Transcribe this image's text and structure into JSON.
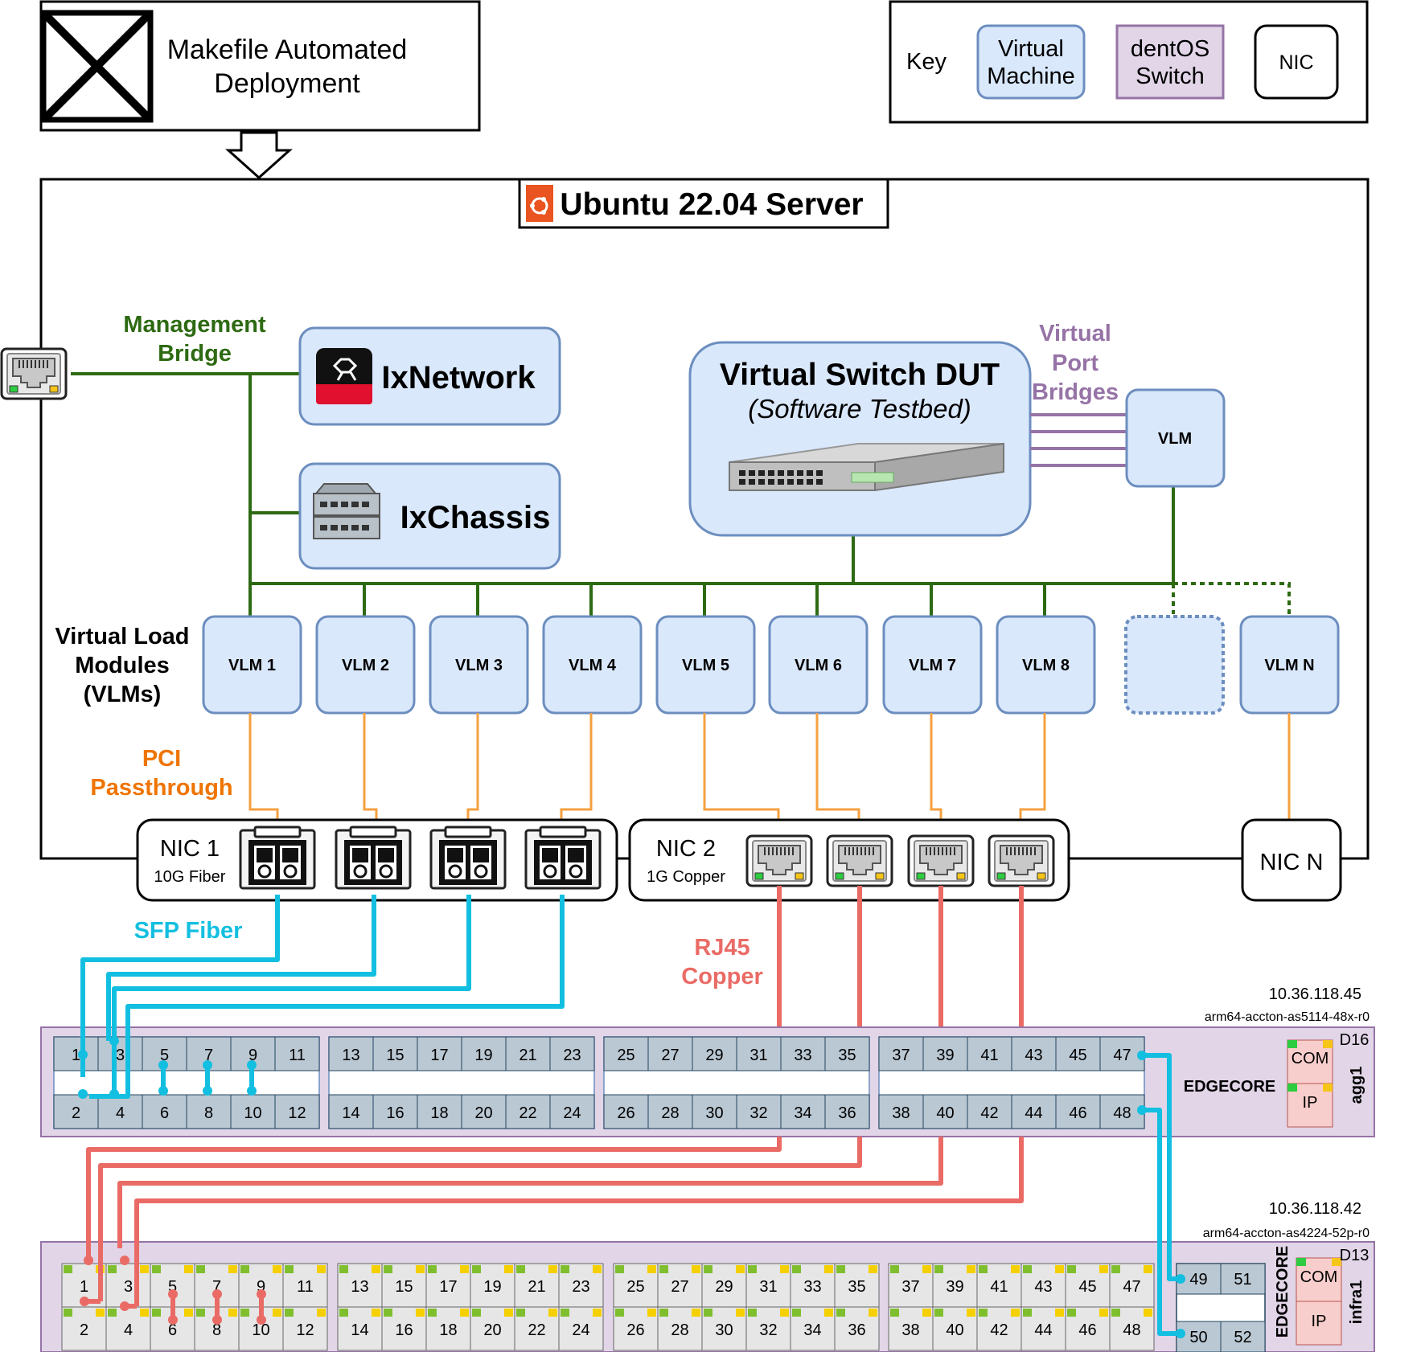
{
  "header": {
    "title_line1": "Makefile Automated",
    "title_line2": "Deployment"
  },
  "key": {
    "label": "Key",
    "vm_line1": "Virtual",
    "vm_line2": "Machine",
    "switch_line1": "dentOS",
    "switch_line2": "Switch",
    "nic": "NIC"
  },
  "server": {
    "title": "Ubuntu 22.04 Server"
  },
  "labels": {
    "mgmt_line1": "Management",
    "mgmt_line2": "Bridge",
    "vpb_line1": "Virtual",
    "vpb_line2": "Port",
    "vpb_line3": "Bridges",
    "vlms_line1": "Virtual Load",
    "vlms_line2": "Modules",
    "vlms_line3": "(VLMs)",
    "pci_line1": "PCI",
    "pci_line2": "Passthrough",
    "sfp": "SFP Fiber",
    "rj45_line1": "RJ45",
    "rj45_line2": "Copper"
  },
  "apps": {
    "ixnetwork": "IxNetwork",
    "ixchassis": "IxChassis",
    "dut_title": "Virtual Switch DUT",
    "dut_subtitle": "(Software Testbed)",
    "dut_vlm": "VLM"
  },
  "vlms": [
    "VLM 1",
    "VLM 2",
    "VLM 3",
    "VLM 4",
    "VLM 5",
    "VLM 6",
    "VLM 7",
    "VLM 8",
    "VLM N"
  ],
  "nics": {
    "nic1_name": "NIC 1",
    "nic1_type": "10G Fiber",
    "nic2_name": "NIC 2",
    "nic2_type": "1G Copper",
    "nicn_name": "NIC N"
  },
  "switch1": {
    "ip": "10.36.118.45",
    "model": "arm64-accton-as5114-48x-r0",
    "brand": "EDGECORE",
    "location": "D16",
    "hostname": "agg1",
    "com": "COM",
    "ip_label": "IP",
    "ports_top": [
      "1",
      "3",
      "5",
      "7",
      "9",
      "11",
      "13",
      "15",
      "17",
      "19",
      "21",
      "23",
      "25",
      "27",
      "29",
      "31",
      "33",
      "35",
      "37",
      "39",
      "41",
      "43",
      "45",
      "47"
    ],
    "ports_bottom": [
      "2",
      "4",
      "6",
      "8",
      "10",
      "12",
      "14",
      "16",
      "18",
      "20",
      "22",
      "24",
      "26",
      "28",
      "30",
      "32",
      "34",
      "36",
      "38",
      "40",
      "42",
      "44",
      "46",
      "48"
    ]
  },
  "switch2": {
    "ip": "10.36.118.42",
    "model": "arm64-accton-as4224-52p-r0",
    "brand": "EDGECORE",
    "location": "D13",
    "hostname": "infra1",
    "com": "COM",
    "ip_label": "IP",
    "ports_top": [
      "1",
      "3",
      "5",
      "7",
      "9",
      "11",
      "13",
      "15",
      "17",
      "19",
      "21",
      "23",
      "25",
      "27",
      "29",
      "31",
      "33",
      "35",
      "37",
      "39",
      "41",
      "43",
      "45",
      "47"
    ],
    "ports_bottom": [
      "2",
      "4",
      "6",
      "8",
      "10",
      "12",
      "14",
      "16",
      "18",
      "20",
      "22",
      "24",
      "26",
      "28",
      "30",
      "32",
      "34",
      "36",
      "38",
      "40",
      "42",
      "44",
      "46",
      "48"
    ],
    "sfp_top": [
      "49",
      "51"
    ],
    "sfp_bottom": [
      "50",
      "52"
    ]
  },
  "colors": {
    "vm_fill": "#dae8fc",
    "vm_stroke": "#6c8ebf",
    "switch_fill": "#e1d5e7",
    "switch_stroke": "#9673a6",
    "mgmt_green": "#2d6a12",
    "pci_orange": "#f5a040",
    "pci_label": "#ef7400",
    "sfp_cyan": "#13bfe0",
    "rj45_red": "#ea6b66",
    "vpb_purple": "#9673a6",
    "ubuntu_orange": "#e95420"
  }
}
